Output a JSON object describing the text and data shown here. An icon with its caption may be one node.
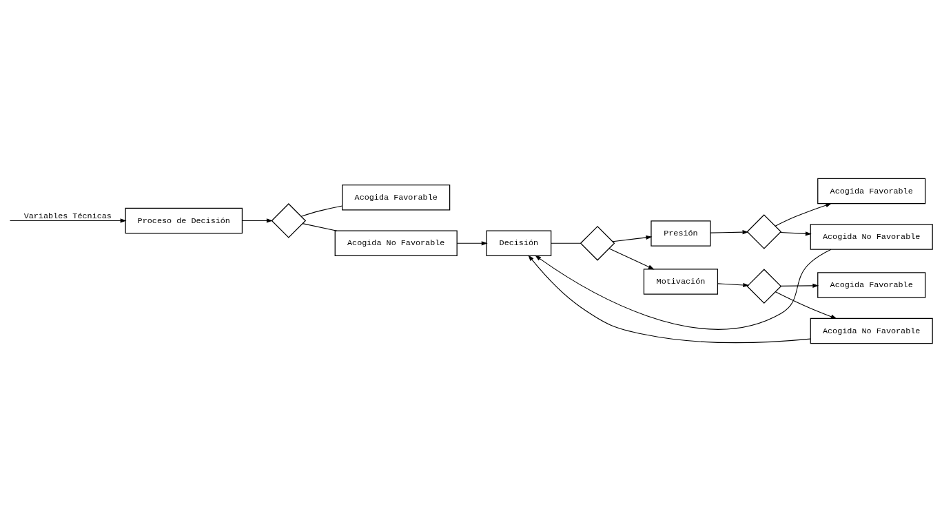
{
  "diagram": {
    "nodes": [
      {
        "text": [
          "Proceso de Decisión"
        ]
      },
      {
        "text": [],
        "shape": "diamond"
      },
      {
        "text": [
          "Acogida Favorable"
        ]
      },
      {
        "text": [
          "Acogida No Favorable"
        ]
      },
      {
        "text": [
          "Decisión"
        ]
      },
      {
        "text": [],
        "shape": "diamond"
      },
      {
        "text": [
          "Presión"
        ]
      },
      {
        "text": [
          "Motivación"
        ]
      },
      {
        "text": [],
        "shape": "diamond"
      },
      {
        "text": [
          "Acogida Favorable"
        ]
      },
      {
        "text": [
          "Acogida No Favorable"
        ]
      },
      {
        "text": [],
        "shape": "diamond"
      },
      {
        "text": [
          "Acogida Favorable"
        ]
      },
      {
        "text": [
          "Acogida No Favorable"
        ]
      }
    ],
    "edges": [
      {
        "from": null,
        "to": 0,
        "arrow": "to",
        "label": "Variables Técnicas"
      },
      {
        "from": 0,
        "to": 1,
        "arrow": "to"
      },
      {
        "from": 1,
        "to": 2,
        "arrow": "none"
      },
      {
        "from": 1,
        "to": 3,
        "arrow": "none"
      },
      {
        "from": 3,
        "to": 4,
        "arrow": "to"
      },
      {
        "from": 4,
        "to": 5,
        "arrow": "none"
      },
      {
        "from": 5,
        "to": 6,
        "arrow": "to"
      },
      {
        "from": 5,
        "to": 7,
        "arrow": "to"
      },
      {
        "from": 6,
        "to": 8,
        "arrow": "to"
      },
      {
        "from": 8,
        "to": 9,
        "arrow": "to"
      },
      {
        "from": 8,
        "to": 10,
        "arrow": "to"
      },
      {
        "from": 10,
        "to": 4,
        "arrow": "to"
      },
      {
        "from": 7,
        "to": 11,
        "arrow": "to"
      },
      {
        "from": 11,
        "to": 12,
        "arrow": "to"
      },
      {
        "from": 11,
        "to": 13,
        "arrow": "to"
      },
      {
        "from": 13,
        "to": 4,
        "arrow": "to"
      }
    ]
  }
}
